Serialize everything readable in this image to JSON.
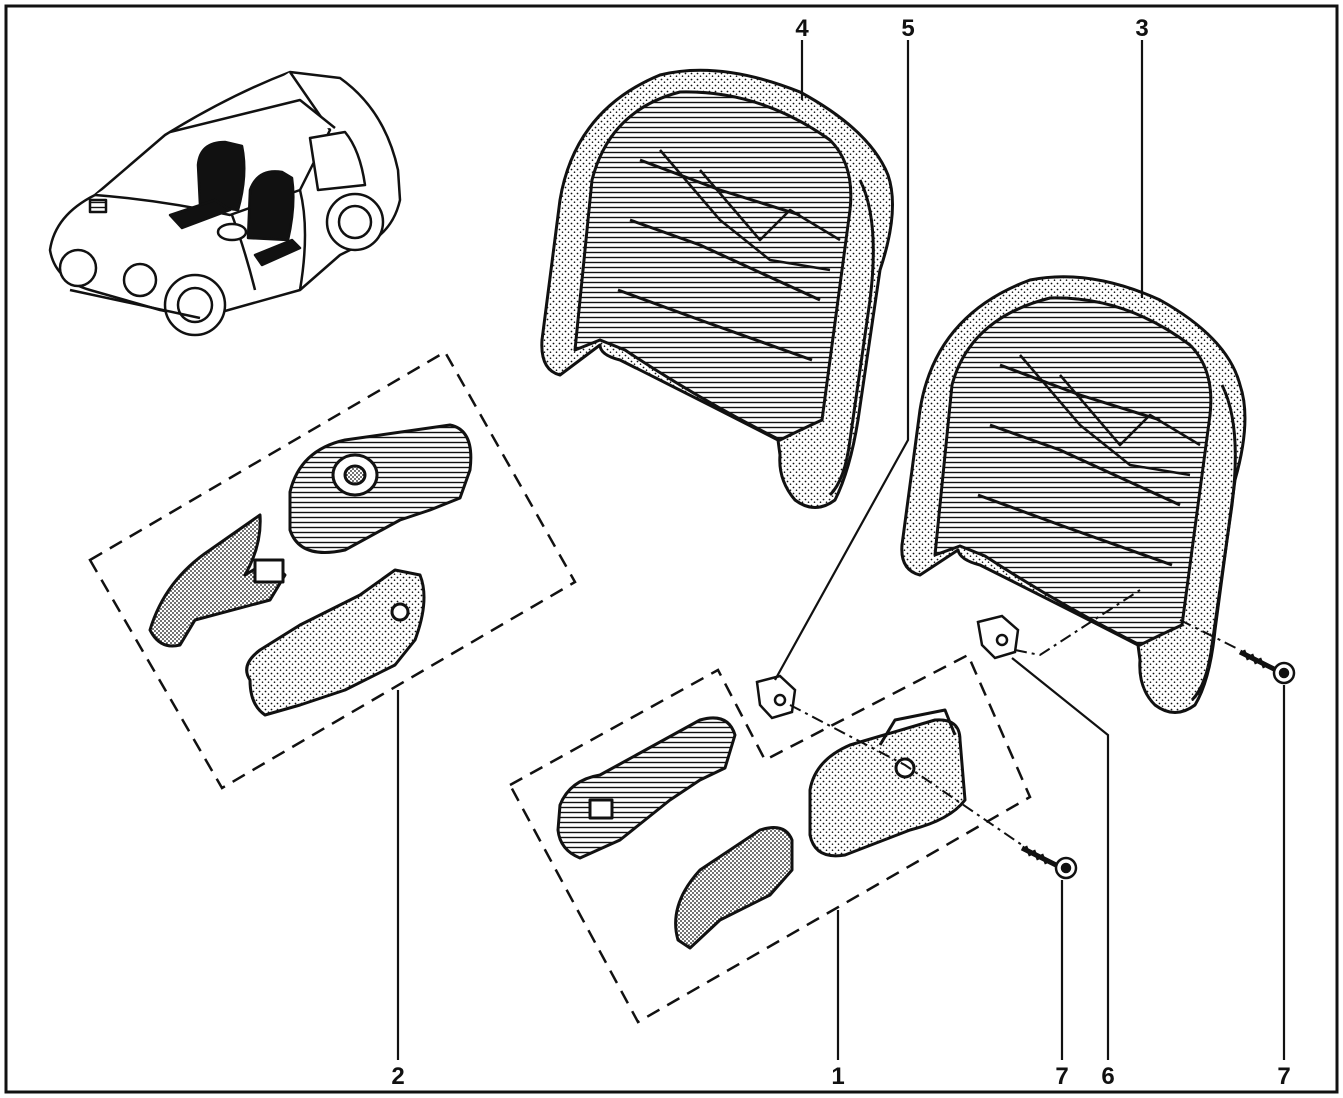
{
  "callouts": [
    {
      "id": "4",
      "label": "4"
    },
    {
      "id": "5",
      "label": "5"
    },
    {
      "id": "3",
      "label": "3"
    },
    {
      "id": "2",
      "label": "2"
    },
    {
      "id": "1",
      "label": "1"
    },
    {
      "id": "7a",
      "label": "7"
    },
    {
      "id": "6",
      "label": "6"
    },
    {
      "id": "7b",
      "label": "7"
    }
  ],
  "colors": {
    "ink": "#111111",
    "paper": "#ffffff",
    "shade": "#2a2a2a"
  }
}
